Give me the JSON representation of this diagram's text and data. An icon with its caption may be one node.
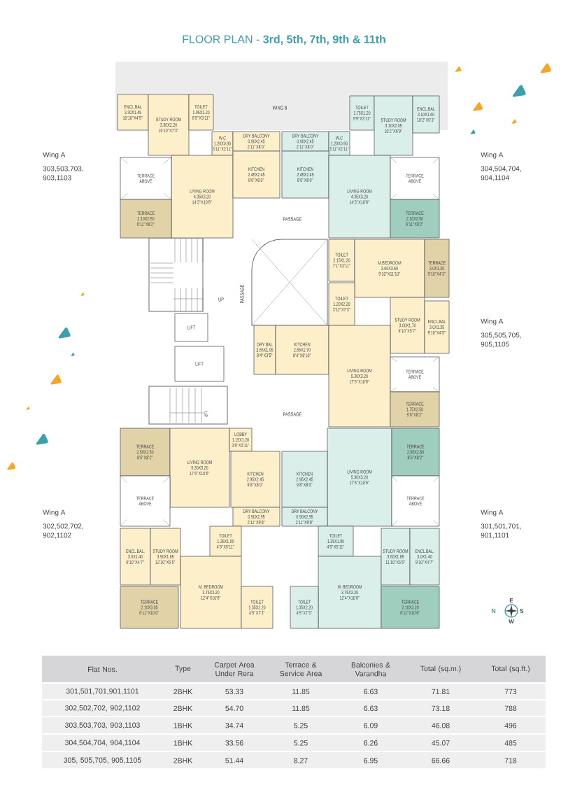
{
  "diagram": {
    "title": "FLOOR PLAN - **3rd, 5th, 7th, 9th & 11th**",
    "nodes": [
      {
        "text": [
          "ENCL.BAL",
          "3.30X1.45",
          "10'10\"X4'9\""
        ]
      },
      {
        "text": [
          "STUDY ROOM",
          "3.30X2.20",
          "10'10\"X7'3\""
        ]
      },
      {
        "text": [
          "TOILET",
          "1.95X1.20",
          "6'5\"X3'11\""
        ]
      },
      {
        "text": [
          "W.C",
          "1.20X0.90",
          "3'11\"X2'11\""
        ]
      },
      {
        "text": [
          "DRY BALCONY",
          "0.90X2.45",
          "2'11\"X8'0\""
        ]
      },
      {
        "text": [
          "LIVING ROOM",
          "4.35X3.20",
          "14'3\"X10'6\""
        ]
      },
      {
        "text": [
          "KITCHEN",
          "2.45X2.45",
          "8'0\"X8'0\""
        ]
      },
      {
        "text": [
          "TERRACE ABOVE"
        ]
      },
      {
        "text": [
          "TERRACE",
          "2.10X2.50",
          "6'11\"X8'2\""
        ]
      },
      {
        "text": [
          "DRY BALCONY",
          "0.90X2.45",
          "2'11\"X8'0\""
        ]
      },
      {
        "text": [
          "W.C",
          "1.20X0.90",
          "3'11\"X2'11\""
        ]
      },
      {
        "text": [
          "TOILET",
          "1.75X1.20",
          "5'9\"X3'11\""
        ]
      },
      {
        "text": [
          "STUDY ROOM",
          "3.10X2.05",
          "10'2\"X6'9\""
        ]
      },
      {
        "text": [
          "ENCL.BAL",
          "3.10X1.60",
          "10'2\"X5'3\""
        ]
      },
      {
        "text": [
          "KITCHEN",
          "2.45X2.45",
          "8'0\"X8'0\""
        ]
      },
      {
        "text": [
          "LIVING ROOM",
          "4.35X3.20",
          "14'3\"X10'6\""
        ]
      },
      {
        "text": [
          "TERRACE ABOVE"
        ]
      },
      {
        "text": [
          "TERRACE",
          "2.10X2.50",
          "6'11\"X8'2\""
        ]
      },
      {
        "text": [
          "TOILET",
          "2.15X1.20",
          "7'1\"X3'11\""
        ]
      },
      {
        "text": [
          "M.BEDROOM",
          "3.00X3.60",
          "9'10\"X11'10\""
        ]
      },
      {
        "text": [
          "TERRACE",
          "3.0X1.30",
          "9'10\"X4'3\""
        ]
      },
      {
        "text": [
          "TOILET",
          "1.20X2.20",
          "3'11\"X7'3\""
        ]
      },
      {
        "text": [
          "STUDY ROOM",
          "3.00X1.70",
          "9'10\"X5'7\""
        ]
      },
      {
        "text": [
          "ENCL.BAL",
          "3.0X1.35",
          "9'10\"X4'5\""
        ]
      },
      {
        "text": [
          "DRY BAL",
          "2.55X1.05",
          "8'4\"X3'5\""
        ]
      },
      {
        "text": [
          "KITCHEN",
          "2.55X2.70",
          "8'4\"X8'10\""
        ]
      },
      {
        "text": [
          "LIVING ROOM",
          "5.30X3.20",
          "17'5\"X10'6\""
        ]
      },
      {
        "text": [
          "TERRACE ABOVE"
        ]
      },
      {
        "text": [
          "TERRACE",
          "1.75X2.50",
          "5'9\"X8'2\""
        ]
      },
      {
        "text": [
          "LIFT"
        ]
      },
      {
        "text": [
          "LIFT"
        ]
      },
      {
        "text": [
          "TERRACE",
          "2.58X2.50",
          "8'5\"X8'2\""
        ]
      },
      {
        "text": [
          "LIVING ROOM",
          "5.30X3.20",
          "17'5\"X10'6\""
        ]
      },
      {
        "text": [
          "LOBBY",
          "1.15X1.20",
          "3'9\"X3'11\""
        ]
      },
      {
        "text": [
          "KITCHEN",
          "2.95X2.45",
          "9'8\"X8'0\""
        ]
      },
      {
        "text": [
          "TERRACE ABOVE"
        ]
      },
      {
        "text": [
          "DRY BALCONY",
          "0.90X2.95",
          "2'11\"X9'8\""
        ]
      },
      {
        "text": [
          "TOILET",
          "1.35X1.80",
          "4'5\"X5'11\""
        ]
      },
      {
        "text": [
          "ENCL.BAL.",
          "3.0X1.40",
          "9'10\"X4'7\""
        ]
      },
      {
        "text": [
          "STUDY ROOM",
          "3.90X1.65",
          "12'10\"X5'5\""
        ]
      },
      {
        "text": [
          "M. BEDROOM",
          "3.75X3.20",
          "12'4\"X10'6\""
        ]
      },
      {
        "text": [
          "TERRACE",
          "2.10X3.05",
          "6'11\"X10'0\""
        ]
      },
      {
        "text": [
          "TOILET",
          "1.35X2.20",
          "4'5\"X7'3\""
        ]
      },
      {
        "text": [
          "LIVING ROOM",
          "5.30X3.20",
          "17'5\"X10'6\""
        ]
      },
      {
        "text": [
          "TERRACE",
          "2.58X2.50",
          "8'5\"X8'2\""
        ]
      },
      {
        "text": [
          "KITCHEN",
          "2.95X2.45",
          "9'8\"X8'0\""
        ]
      },
      {
        "text": [
          "DRY BALCONY",
          "0.90X2.95",
          "2'11\"X9'8\""
        ]
      },
      {
        "text": [
          "TERRACE ABOVE"
        ]
      },
      {
        "text": [
          "TOILET",
          "1.35X1.80",
          "4'5\"X5'11\""
        ]
      },
      {
        "text": [
          "M. BEDROOM",
          "3.75X3.20",
          "12'4\"X10'6\""
        ]
      },
      {
        "text": [
          "STUDY ROOM",
          "3.80X1.65",
          "11'10\"X5'5\""
        ]
      },
      {
        "text": [
          "ENCL.BAL.",
          "3.0X1.40",
          "9'10\"X4'7\""
        ]
      },
      {
        "text": [
          "TOILET",
          "1.35X2.20",
          "4'5\"X7'3\""
        ]
      },
      {
        "text": [
          "TERRACE",
          "2.10X3.20",
          "6'11\"X10'6\""
        ]
      }
    ],
    "labels": [
      "WING B",
      "Wing A",
      "303,503,703, 903,1103",
      "Wing A",
      "304,504,704, 904,1104",
      "PASSAGE",
      "UP",
      "PASSAGE",
      "Wing A",
      "305,505,705, 905,1105",
      "UP",
      "PASSAGE",
      "Wing A",
      "302,502,702, 902,1102",
      "Wing A",
      "301,501,701, 901,1101",
      "N",
      "E",
      "S",
      "W",
      "Flat Nos.",
      "Type",
      "Carpet Area Under Rera",
      "Terrace & Service Area",
      "Balconies & Varandha",
      "Total (sq.m.)",
      "Total (sq.ft.)",
      "301,501,701,901,1101",
      "2BHK",
      "53.33",
      "11.85",
      "6.63",
      "71.81",
      "773",
      "302,502,702, 902,1102",
      "2BHK",
      "54.70",
      "11.85",
      "6.63",
      "73.18",
      "788",
      "303,503,703, 903,1103",
      "1BHK",
      "34.74",
      "5.25",
      "6.09",
      "46.08",
      "496",
      "304,504,704, 904,1104",
      "1BHK",
      "33.56",
      "5.25",
      "6.26",
      "45.07",
      "485",
      "305, 505,705, 905,1105",
      "2BHK",
      "51.44",
      "8.27",
      "6.95",
      "66.66",
      "718"
    ]
  }
}
